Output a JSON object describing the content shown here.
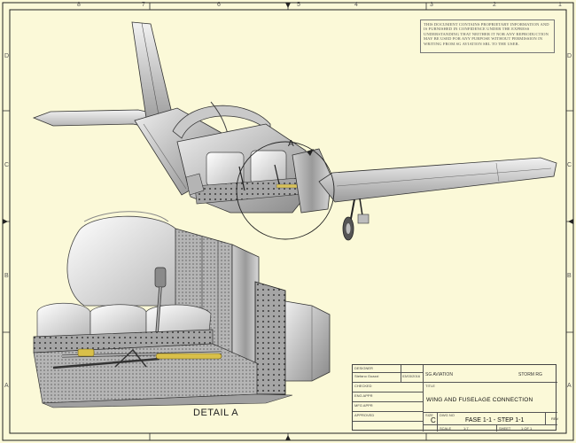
{
  "drawing": {
    "notice": "THIS DOCUMENT CONTAINS PROPRIETARY INFORMATION AND IS FURNISHED IN CONFIDENCE UNDER THE EXPRESS UNDERSTANDING THAT NEITHER IT NOR ANY REPRODUCTION MAY BE USED FOR ANY PURPOSE WITHOUT PERMISSION IN WRITING FROM SG AVIATION SRL TO THE USER.",
    "detail_label": "DETAIL  A",
    "callout_label": "A",
    "zone_columns": [
      "8",
      "7",
      "6",
      "5",
      "4",
      "3",
      "2",
      "1"
    ],
    "zone_rows": [
      "D",
      "C",
      "B",
      "A"
    ]
  },
  "title_block": {
    "designer_label": "DESIGNER",
    "designer_name": "Stefano Guazzi",
    "date": "03/03/2016",
    "checked_label": "CHECKED",
    "eng_appr_label": "ENG APPR",
    "mfg_appr_label": "MFG APPR",
    "approved_label": "APPROVED",
    "company": "SG AVIATION",
    "drawn_label": "STORM RG",
    "title_label": "TITLE",
    "title": "WING AND FUSELAGE CONNECTION",
    "size_label": "SIZE",
    "size": "C",
    "dwg_no_label": "DWG NO",
    "dwg_no": "FASE 1-1 - STEP 1-1",
    "rev_label": "REV",
    "scale_label": "SCALE",
    "scale": "1:7",
    "sheet_label": "SHEET",
    "sheet": "1 OF 1"
  }
}
